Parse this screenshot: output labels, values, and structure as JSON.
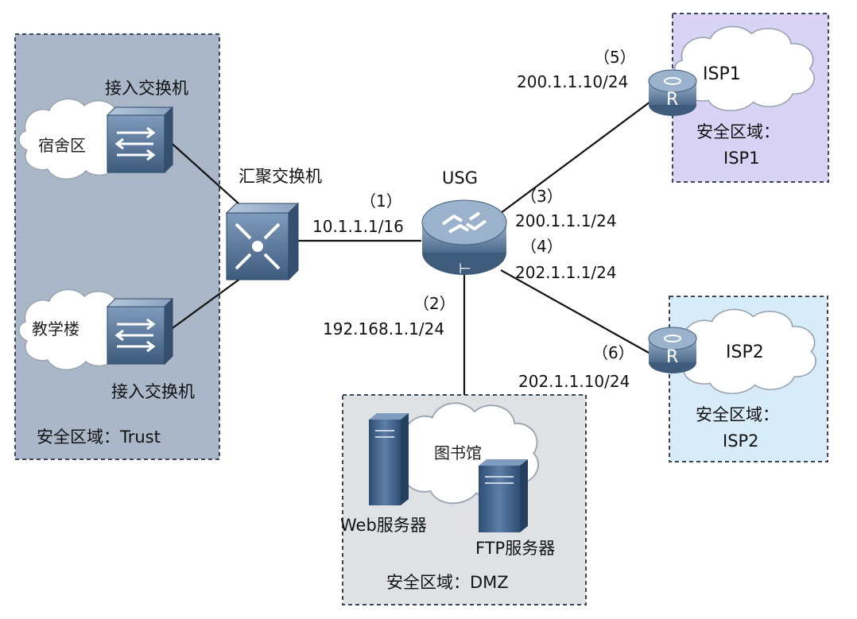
{
  "zones": {
    "trust": {
      "label": "安全区域：Trust",
      "fill": "#a9b7c9"
    },
    "dmz": {
      "label": "安全区域：DMZ",
      "fill": "#dfe1e4"
    },
    "isp1": {
      "label_line1": "安全区域：",
      "label_line2": "ISP1",
      "fill": "#d9d4f6"
    },
    "isp2": {
      "label_line1": "安全区域：",
      "label_line2": "ISP2",
      "fill": "#d7ecf8"
    }
  },
  "devices": {
    "access_switch_top_label": "接入交换机",
    "access_switch_bottom_label": "接入交换机",
    "aggregation_switch_label": "汇聚交换机",
    "usg_label": "USG",
    "web_server_label": "Web服务器",
    "ftp_server_label": "FTP服务器"
  },
  "clouds": {
    "dorm": "宿舍区",
    "teaching": "教学楼",
    "library": "图书馆",
    "isp1": "ISP1",
    "isp2": "ISP2"
  },
  "interfaces": {
    "if1": {
      "num": "（1）",
      "ip": "10.1.1.1/16"
    },
    "if2": {
      "num": "（2）",
      "ip": "192.168.1.1/24"
    },
    "if3": {
      "num": "（3）",
      "ip": "200.1.1.1/24"
    },
    "if4": {
      "num": "（4）",
      "ip": "202.1.1.1/24"
    },
    "if5": {
      "num": "（5）",
      "ip": "200.1.1.10/24"
    },
    "if6": {
      "num": "（6）",
      "ip": "202.1.1.10/24"
    }
  },
  "icons": {
    "router_symbol": "R",
    "device_color": "#4f6b8c"
  }
}
